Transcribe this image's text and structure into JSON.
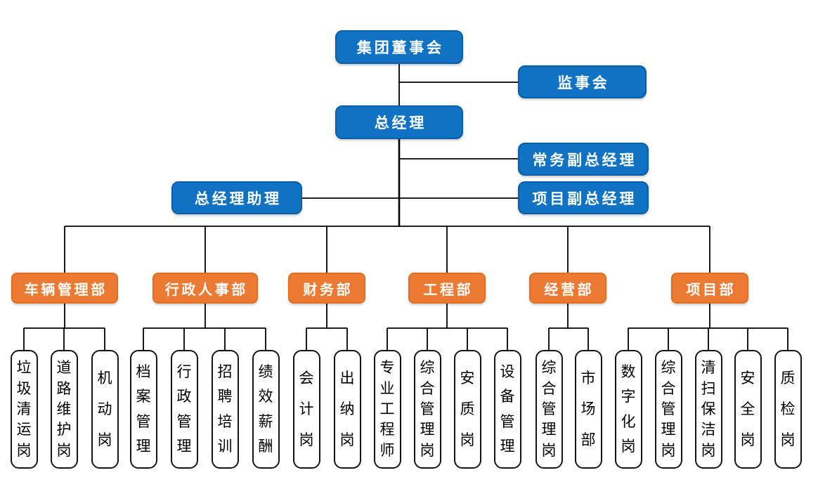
{
  "org": {
    "board": "集团董事会",
    "supervisory": "监事会",
    "gm": "总经理",
    "deputy_exec": "常务副总经理",
    "assistant": "总经理助理",
    "deputy_project": "项目副总经理",
    "departments": [
      {
        "label": "车辆管理部",
        "children": [
          "垃圾清运岗",
          "道路维护岗",
          "机动岗"
        ]
      },
      {
        "label": "行政人事部",
        "children": [
          "档案管理",
          "行政管理",
          "招聘培训",
          "绩效薪酬"
        ]
      },
      {
        "label": "财务部",
        "children": [
          "会计岗",
          "出纳岗"
        ]
      },
      {
        "label": "工程部",
        "children": [
          "专业工程师",
          "综合管理岗",
          "安质岗",
          "设备管理"
        ]
      },
      {
        "label": "经营部",
        "children": [
          "综合管理岗",
          "市场部"
        ]
      },
      {
        "label": "项目部",
        "children": [
          "数字化岗",
          "综合管理岗",
          "清扫保洁岗",
          "安全岗",
          "质检岗"
        ]
      }
    ]
  },
  "colors": {
    "blue_fill": "#0F72C2",
    "blue_border": "#0A5EA8",
    "orange_fill": "#EC7A33",
    "orange_border": "#E06F24",
    "leaf_bg": "#FFFFFF",
    "leaf_border": "#141414",
    "connector": "#000000"
  }
}
